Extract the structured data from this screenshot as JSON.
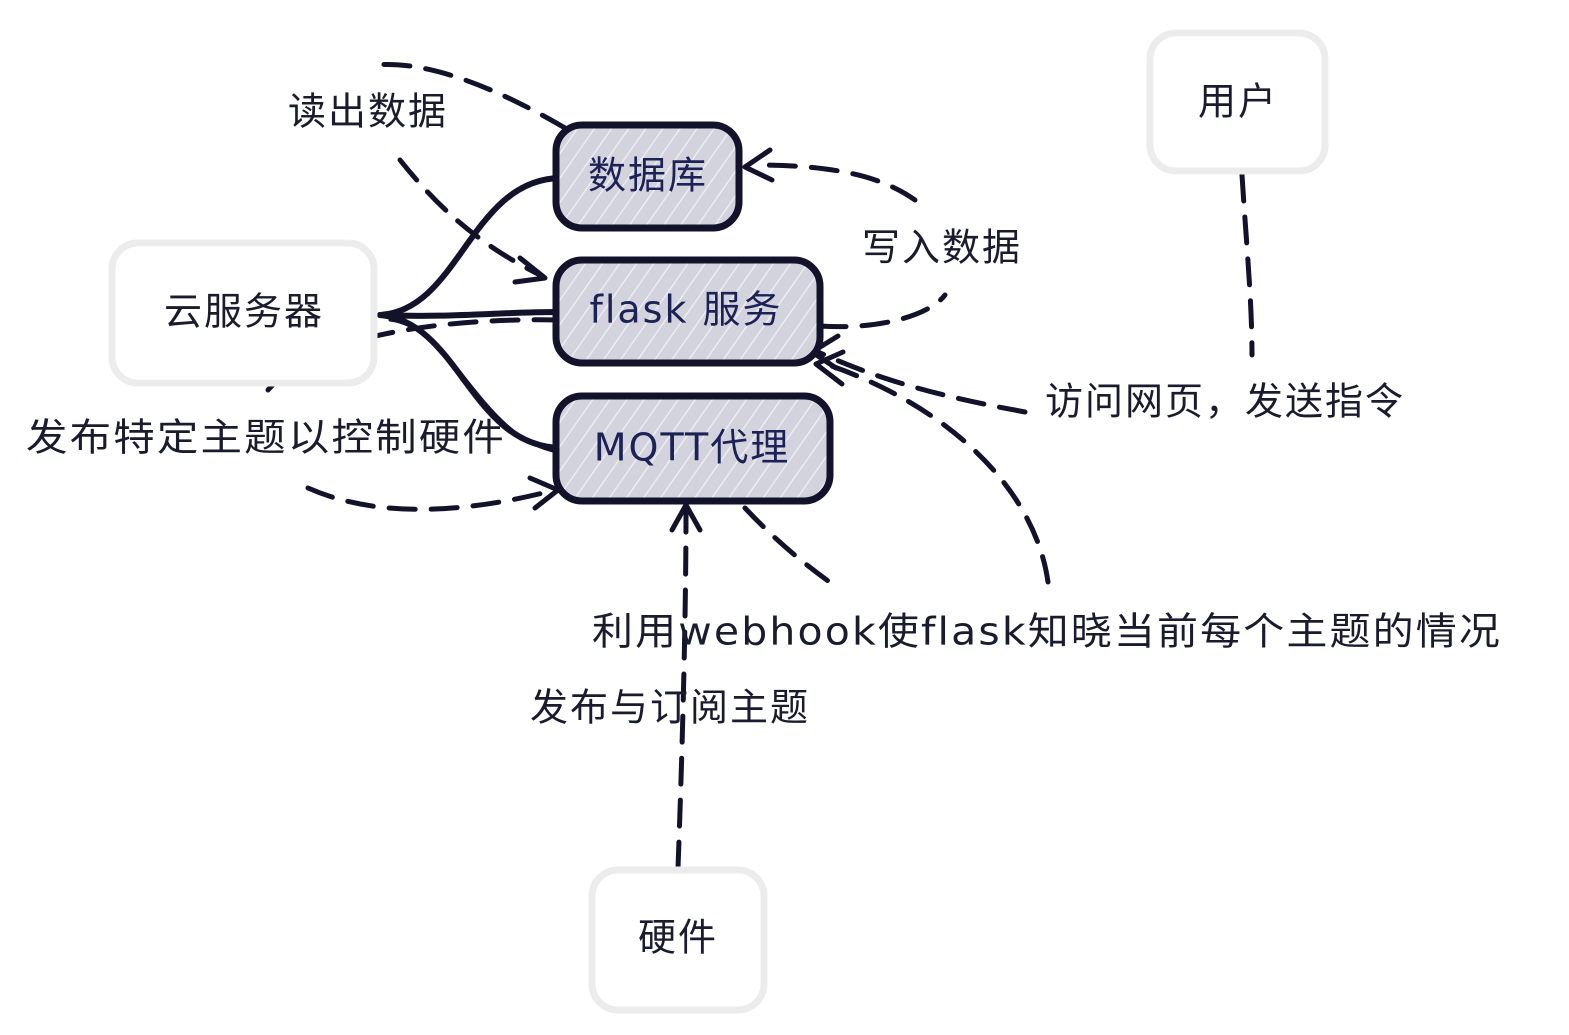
{
  "nodes": {
    "database": "数据库",
    "flask": "flask 服务",
    "mqtt": "MQTT代理",
    "cloud_server": "云服务器",
    "user": "用户",
    "hardware": "硬件"
  },
  "edge_labels": {
    "read_data": "读出数据",
    "write_data": "写入数据",
    "visit_web": "访问网页，发送指令",
    "publish_control": "发布特定主题以控制硬件",
    "webhook": "利用webhook使flask知晓当前每个主题的情况",
    "pubsub": "发布与订阅主题"
  },
  "colors": {
    "stroke": "#12132a",
    "core_fill": "#d2d3dc",
    "core_text": "#1c2156",
    "outer_stroke": "#ececec"
  }
}
